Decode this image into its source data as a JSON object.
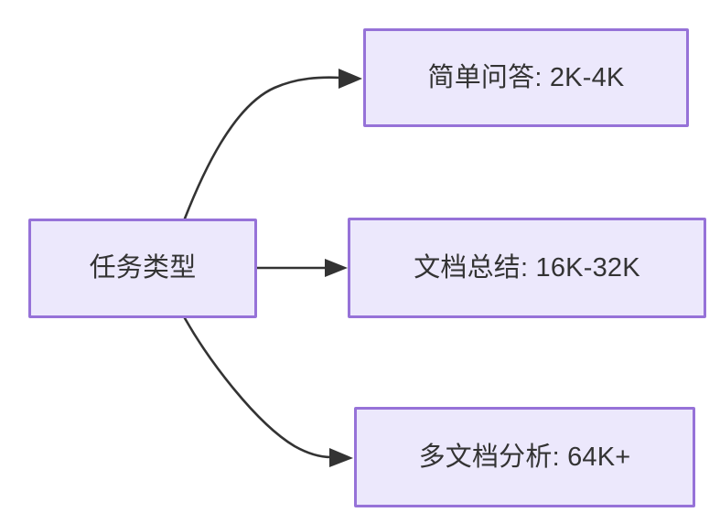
{
  "diagram": {
    "type": "flowchart",
    "direction": "left-to-right",
    "background_color": "#ffffff",
    "node_fill_color": "#ece8fc",
    "node_border_color": "#9672d8",
    "text_color": "#333333",
    "edge_color": "#333333",
    "root": {
      "id": "root",
      "label": "任务类型"
    },
    "children": [
      {
        "id": "child-0",
        "label": "简单问答: 2K-4K",
        "edge_style": "curved-up",
        "arrow": "triangle"
      },
      {
        "id": "child-1",
        "label": "文档总结: 16K-32K",
        "edge_style": "straight",
        "arrow": "triangle"
      },
      {
        "id": "child-2",
        "label": "多文档分析: 64K+",
        "edge_style": "curved-down",
        "arrow": "triangle"
      }
    ]
  }
}
